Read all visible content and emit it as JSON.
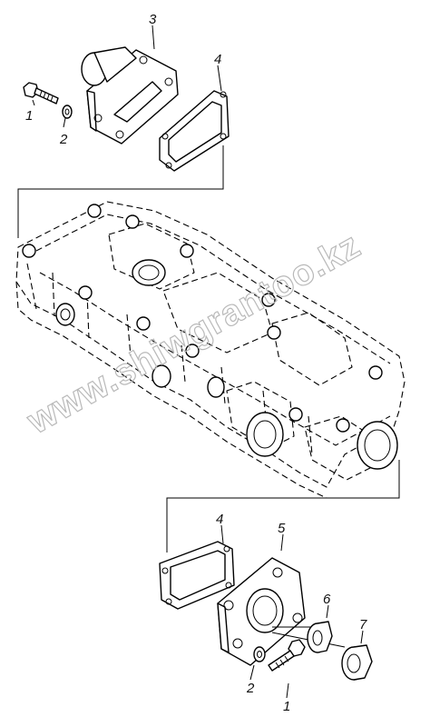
{
  "watermark": "www.shiwgrantoo.kz",
  "callouts": {
    "c1_top": "1",
    "c2_top": "2",
    "c3": "3",
    "c4_top": "4",
    "c4_bottom": "4",
    "c5": "5",
    "c6": "6",
    "c7": "7",
    "c2_bottom": "2",
    "c1_bottom": "1"
  }
}
